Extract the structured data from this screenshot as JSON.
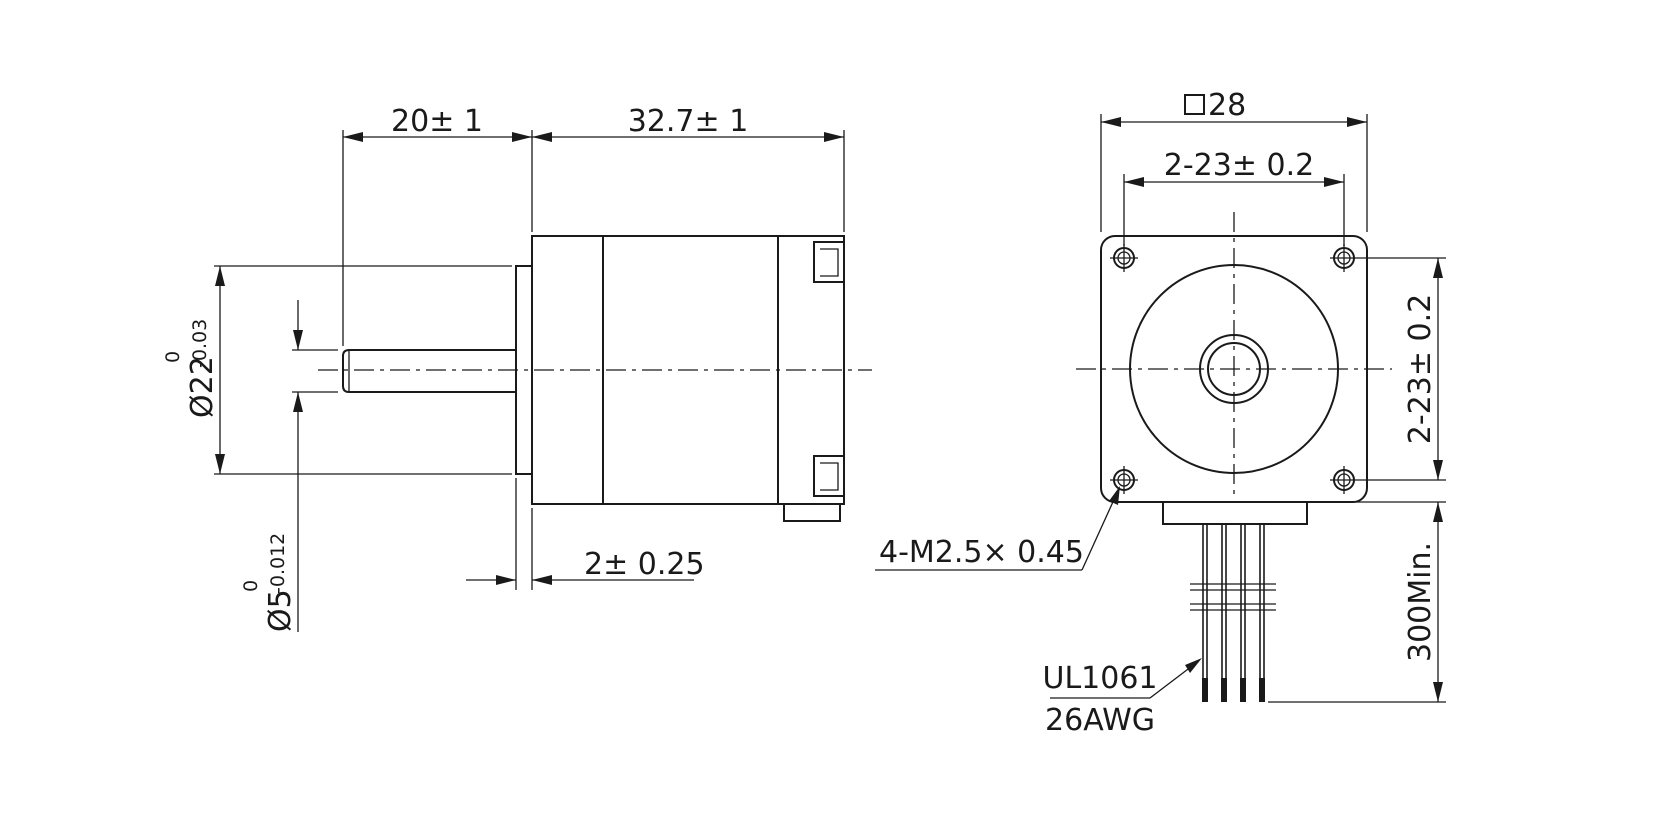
{
  "side_view": {
    "shaft_length": "20± 1",
    "body_length": "32.7± 1",
    "pilot_height": "2± 0.25",
    "pilot_diameter": {
      "main": "Ø22",
      "upper": "0",
      "lower": "-0.03"
    },
    "shaft_diameter": {
      "main": "Ø5",
      "upper": "0",
      "lower": "-0.012"
    }
  },
  "front_view": {
    "square_size": "28",
    "hole_spacing_horizontal": "2-23± 0.2",
    "hole_spacing_vertical": "2-23± 0.2",
    "mounting_holes": "4-M2.5× 0.45",
    "lead_length": "300Min.",
    "wire_type": "UL1061",
    "wire_gauge": "26AWG"
  }
}
